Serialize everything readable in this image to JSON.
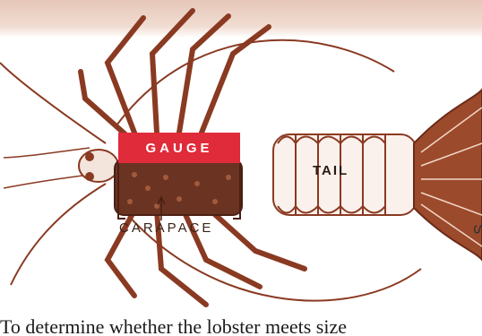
{
  "labels": {
    "gauge": "GAUGE",
    "tail": "TAIL",
    "carapace": "CARAPACE"
  },
  "caption": "To determine whether the lobster meets size",
  "side_mark": "S",
  "colors": {
    "ink": "#8a3a22",
    "dark_ink": "#4a2014",
    "gauge_red": "#e02b3a",
    "band": "#e6c7b9"
  }
}
